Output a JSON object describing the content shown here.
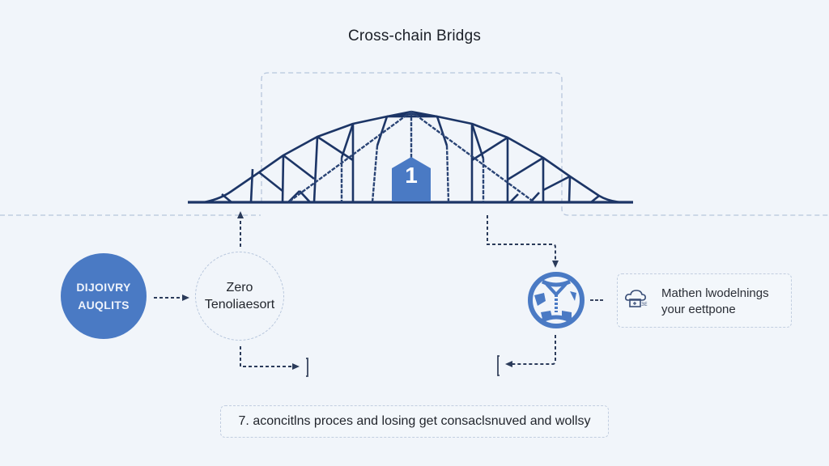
{
  "title": "Cross-chain Bridgs",
  "badge": {
    "label": "1",
    "color": "#4a7ac4"
  },
  "nodes": {
    "discovery": {
      "line1": "DIJOIVRY",
      "line2": "AUQLITS",
      "color": "#4a7ac4"
    },
    "zero": {
      "line1": "Zero",
      "line2": "Tenoliaesort"
    },
    "network": {
      "icon": "globe-network-icon",
      "color": "#4a7ac4"
    },
    "info": {
      "icon": "cloud-server-icon",
      "line1": "Mathen lwodelnings",
      "line2": "your eettpone"
    }
  },
  "footer": {
    "text": "7. aconcitlns proces and losing get consaclsnuved and wollsy"
  },
  "colors": {
    "bridge": "#1c3566",
    "accent": "#4a7ac4",
    "dash": "#b7c6dc",
    "background": "#f1f5fa"
  }
}
